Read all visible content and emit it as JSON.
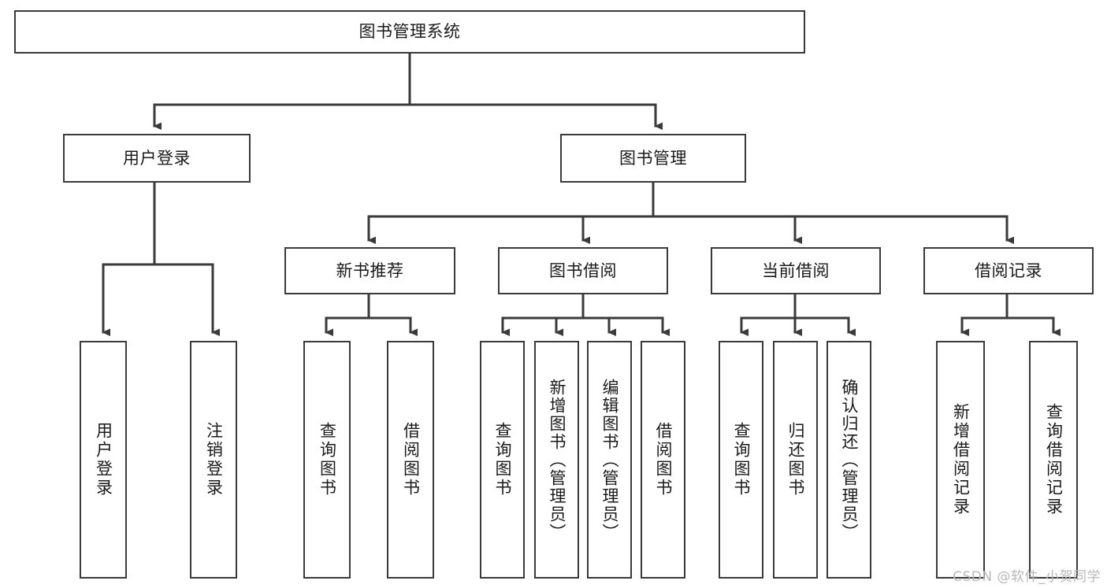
{
  "diagram": {
    "title": "图书管理系统",
    "type": "tree",
    "stroke_color": "#3a3a3a",
    "text_color": "#1a1a1a",
    "background": "#ffffff"
  },
  "nodes": {
    "root": {
      "label": "图书管理系统"
    },
    "level1": [
      {
        "label": "用户登录"
      },
      {
        "label": "图书管理"
      }
    ],
    "level2": [
      {
        "label": "新书推荐"
      },
      {
        "label": "图书借阅"
      },
      {
        "label": "当前借阅"
      },
      {
        "label": "借阅记录"
      }
    ],
    "leaves": [
      {
        "label": "用户登录"
      },
      {
        "label": "注销登录"
      },
      {
        "label": "查询图书"
      },
      {
        "label": "借阅图书"
      },
      {
        "label": "查询图书"
      },
      {
        "label": "新增图书（管理员）"
      },
      {
        "label": "编辑图书（管理员）"
      },
      {
        "label": "借阅图书"
      },
      {
        "label": "查询图书"
      },
      {
        "label": "归还图书"
      },
      {
        "label": "确认归还（管理员）"
      },
      {
        "label": "新增借阅记录"
      },
      {
        "label": "查询借阅记录"
      }
    ]
  },
  "watermark": {
    "text": "CSDN @软件_小贺同学",
    "color": "#b9b9b9"
  }
}
